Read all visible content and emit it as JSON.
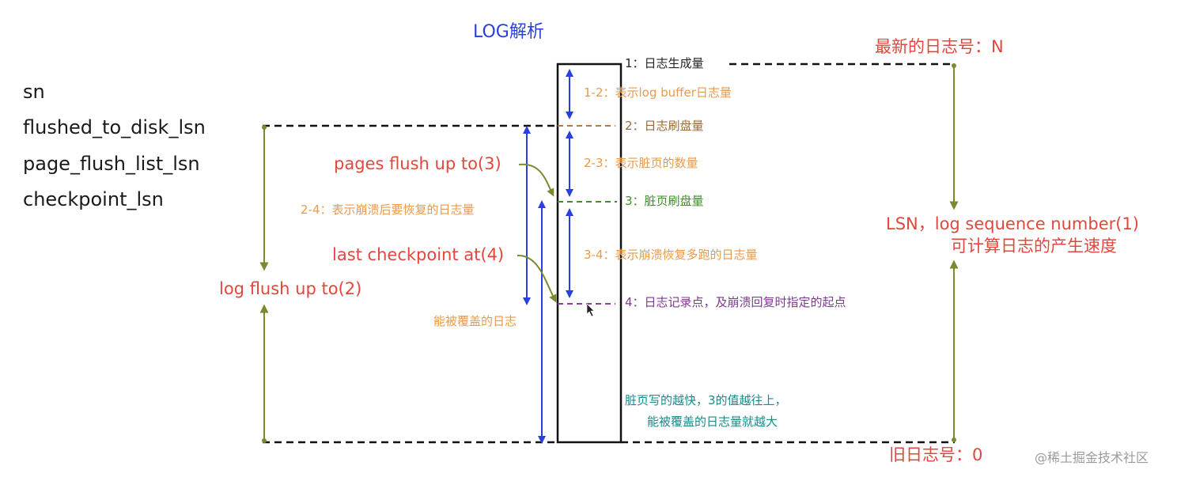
{
  "title": "LOG解析",
  "left_variables": [
    "sn",
    "flushed_to_disk_lsn",
    "page_flush_list_lsn",
    "checkpoint_lsn"
  ],
  "right_labels": {
    "newest": "最新的日志号：N",
    "lsn_line1": "LSN，log sequence number(1)",
    "lsn_line2": "可计算日志的产生速度",
    "oldest": "旧日志号：0"
  },
  "points": [
    {
      "label": "1：日志生成量",
      "color": "#222222"
    },
    {
      "label": "2：日志刷盘量",
      "color": "#9a6a3a"
    },
    {
      "label": "3：脏页刷盘量",
      "color": "#3f8f28"
    },
    {
      "label": "4：日志记录点，及崩溃回复时指定的起点",
      "color": "#7d3b8f"
    }
  ],
  "ranges": [
    {
      "label": "1-2：表示log buffer日志量"
    },
    {
      "label": "2-3：表示脏页的数量"
    },
    {
      "label": "3-4：表示崩溃恢复多跑的日志量"
    }
  ],
  "left_annotations": {
    "pages_flush": "pages flush up to(3)",
    "range_2_4": "2-4：表示崩溃后要恢复的日志量",
    "last_checkpoint": "last checkpoint at(4)",
    "log_flush": "log flush up to(2)",
    "overwritable": "能被覆盖的日志"
  },
  "note": {
    "line1": "脏页写的越快，3的值越往上，",
    "line2": "能被覆盖的日志量就越大"
  },
  "watermark": "@稀土掘金技术社区",
  "colors": {
    "red": "#e2473d",
    "orange": "#e99a4a",
    "blue": "#2a3fe0",
    "olive": "#7a8a30",
    "black": "#1a1a1a"
  }
}
